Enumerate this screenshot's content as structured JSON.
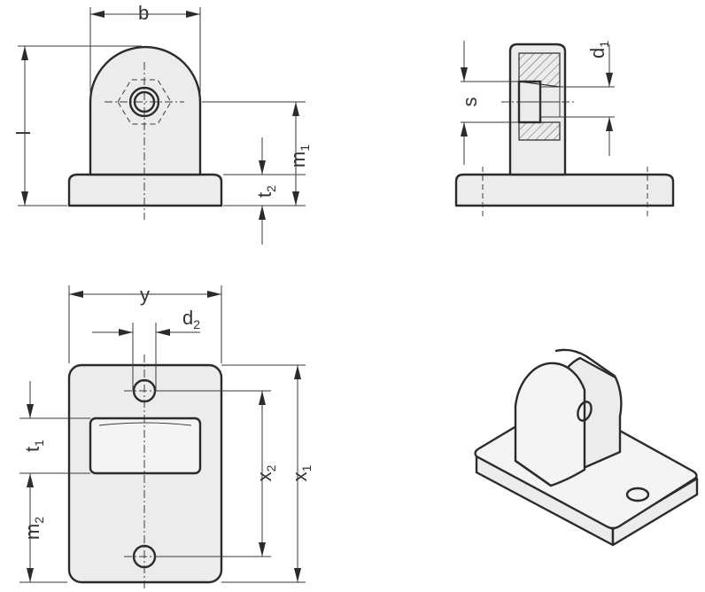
{
  "labels": {
    "b": "b",
    "l": "l",
    "m1": "m",
    "m1_sub": "1",
    "t2": "t",
    "t2_sub": "2",
    "d1": "d",
    "d1_sub": "1",
    "s": "s",
    "y": "y",
    "d2": "d",
    "d2_sub": "2",
    "t1": "t",
    "t1_sub": "1",
    "x2": "x",
    "x2_sub": "2",
    "x1": "x",
    "x1_sub": "1",
    "m2": "m",
    "m2_sub": "2"
  },
  "colors": {
    "line": "#2b2b2b",
    "fill": "#ececec",
    "text": "#333333"
  }
}
